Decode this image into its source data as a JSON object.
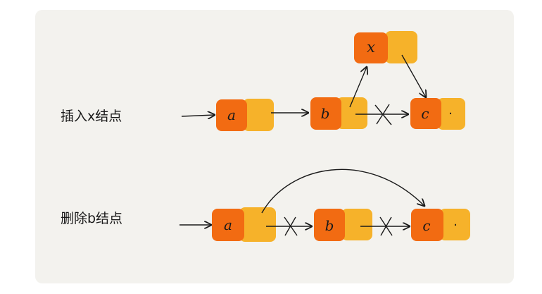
{
  "colors": {
    "panel": "#f3f2ee",
    "node_data": "#f26b12",
    "node_next": "#f6b22a",
    "ink": "#1a1a1a"
  },
  "insert": {
    "caption": "插入x结点",
    "node_a": "a",
    "node_b": "b",
    "node_c": "c",
    "node_x": "x",
    "null_marker": "·"
  },
  "delete": {
    "caption": "删除b结点",
    "node_a": "a",
    "node_b": "b",
    "node_c": "c",
    "null_marker": "·"
  },
  "icons": [
    "arrow-icon",
    "cross-mark-icon"
  ]
}
